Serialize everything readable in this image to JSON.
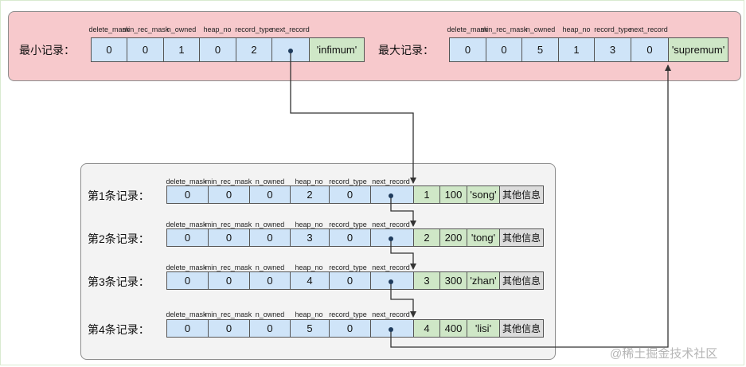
{
  "header_labels": [
    "delete_mask",
    "min_rec_mask",
    "n_owned",
    "heap_no",
    "record_type",
    "next_record"
  ],
  "min_record": {
    "label": "最小记录：",
    "header_values": [
      "0",
      "0",
      "1",
      "0",
      "2"
    ],
    "name": "'infimum'"
  },
  "max_record": {
    "label": "最大记录：",
    "header_values": [
      "0",
      "0",
      "5",
      "1",
      "3",
      "0"
    ],
    "name": "'supremum'"
  },
  "user_records": [
    {
      "label": "第1条记录：",
      "header_values": [
        "0",
        "0",
        "0",
        "2",
        "0"
      ],
      "id": "1",
      "num": "100",
      "name": "'song'",
      "other": "其他信息"
    },
    {
      "label": "第2条记录：",
      "header_values": [
        "0",
        "0",
        "0",
        "3",
        "0"
      ],
      "id": "2",
      "num": "200",
      "name": "'tong'",
      "other": "其他信息"
    },
    {
      "label": "第3条记录：",
      "header_values": [
        "0",
        "0",
        "0",
        "4",
        "0"
      ],
      "id": "3",
      "num": "300",
      "name": "'zhan'",
      "other": "其他信息"
    },
    {
      "label": "第4条记录：",
      "header_values": [
        "0",
        "0",
        "0",
        "5",
        "0"
      ],
      "id": "4",
      "num": "400",
      "name": "'lisi'",
      "other": "其他信息"
    }
  ],
  "watermark": "@稀土掘金技术社区",
  "colors": {
    "top_panel": "#f7c9cc",
    "record_panel": "#f3f3f3",
    "header_cell": "#cfe4f8",
    "data_cell": "#cfe7c7",
    "info_cell": "#dcdcdc"
  }
}
